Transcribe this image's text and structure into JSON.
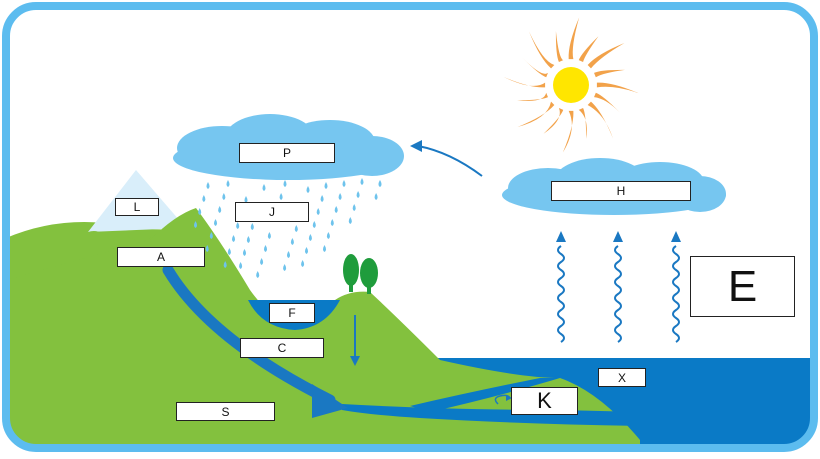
{
  "labels": {
    "P": "P",
    "H": "H",
    "L": "L",
    "J": "J",
    "A": "A",
    "F": "F",
    "C": "C",
    "S": "S",
    "X": "X",
    "K": "K",
    "E": "E"
  },
  "colors": {
    "frame": "#5cbcef",
    "sky": "#ffffff",
    "land": "#83c13e",
    "land_dark": "#6fae2f",
    "water": "#0a7ac6",
    "water_light": "#3aa1dc",
    "cloud": "#76c6f0",
    "rain": "#6ec3ec",
    "arrow": "#1a78c2",
    "vapor": "#1a78c2",
    "sun_core": "#ffe600",
    "sun_rays": "#f2a24a",
    "snow": "#d9eefa",
    "tree": "#1f9c3c"
  }
}
